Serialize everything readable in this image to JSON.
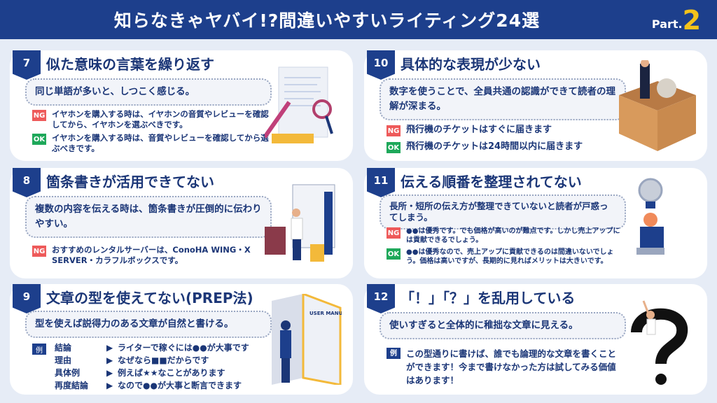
{
  "header": {
    "title": "知らなきゃヤバイ!?間違いやすいライティング24選",
    "part_label": "Part.",
    "part_number": "2"
  },
  "cards": [
    {
      "number": "7",
      "title": "似た意味の言葉を繰り返す",
      "lead": "同じ単語が多いと、しつこく感じる。",
      "ng": "イヤホンを購入する時は、イヤホンの音質やレビューを確認してから、イヤホンを選ぶべきです。",
      "ok": "イヤホンを購入する時は、音質やレビューを確認してから選ぶべきです。"
    },
    {
      "number": "8",
      "title": "箇条書きが活用できてない",
      "lead": "複数の内容を伝える時は、箇条書きが圧倒的に伝わりやすい。",
      "ng": "おすすめのレンタルサーバーは、ConoHA WING・X SERVER・カラフルボックスです。"
    },
    {
      "number": "9",
      "title": "文章の型を使えてない(PREP法)",
      "lead": "型を使えば説得力のある文章が自然と書ける。",
      "example_tag": "例",
      "prep": [
        {
          "k": "結論",
          "v": "ライターで稼ぐには●●が大事です"
        },
        {
          "k": "理由",
          "v": "なぜなら■■だからです"
        },
        {
          "k": "具体例",
          "v": "例えば★★なことがあります"
        },
        {
          "k": "再度結論",
          "v": "なので●●が大事と断言できます"
        }
      ],
      "manual_text": "USER MANUAL"
    },
    {
      "number": "10",
      "title": "具体的な表現が少ない",
      "lead": "数字を使うことで、全員共通の認識ができて読者の理解が深まる。",
      "ng": "飛行機のチケットはすぐに届きます",
      "ok": "飛行機のチケットは24時間以内に届きます"
    },
    {
      "number": "11",
      "title": "伝える順番を整理されてない",
      "lead": "長所・短所の伝え方が整理できていないと読者が戸惑ってしまう。",
      "ng": "●●は優秀です。でも価格が高いのが難点です。しかし売上アップには貢献できるでしょう。",
      "ok": "●●は優秀なので、売上アップに貢献できるのは間違いないでしょう。価格は高いですが、長期的に見ればメリットは大きいです。"
    },
    {
      "number": "12",
      "title": "「！」「？」を乱用している",
      "lead": "使いすぎると全体的に稚拙な文章に見える。",
      "example_tag": "例",
      "example": "この型通りに書けば、誰でも論理的な文章を書くことができます！今まで書けなかった方は試してみる価値はあります！"
    }
  ],
  "tags": {
    "ng": "NG",
    "ok": "OK"
  },
  "colors": {
    "navy": "#1d3f8c",
    "ng": "#ee5a5a",
    "ok": "#1ea85a",
    "accent": "#f5c21b"
  }
}
